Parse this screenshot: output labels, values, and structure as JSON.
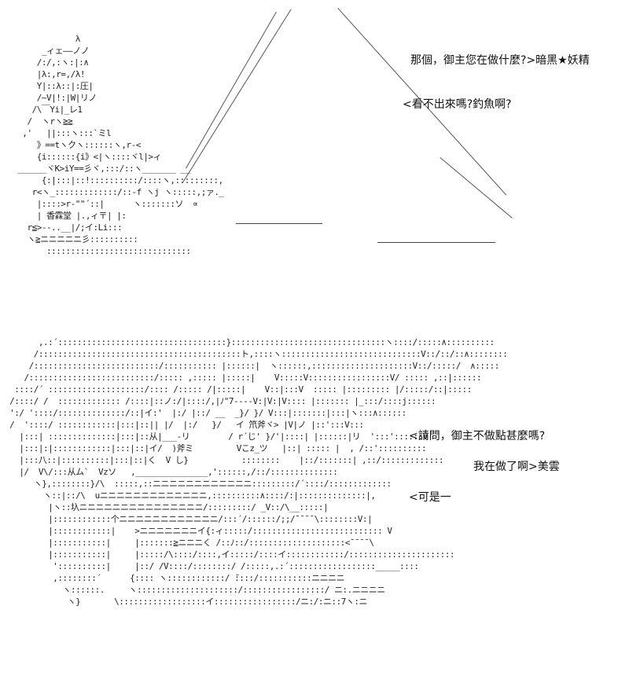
{
  "dialog": {
    "line1": "那個，御主您在做什麼?>暗黑★妖精",
    "line2": "<看不出來嗎?釣魚啊?",
    "line3": "<請問，御主不做點甚麼嗎?",
    "line4": "我在做了啊>美雲",
    "line5": "<可是一"
  },
  "art": {
    "top_figure": "              λ\n       _ィェ――ノノ\n      /:/,:ヽ:|:∧\n      |λ:,r=,/λ!\n      Y|::λ::|:圧|\n      /~V|!:|W|リノ\n     /\\￣Yi|_レ1\n    /  ヽrヽ≧≧\n   ,'   ||:::ヽ:::`ミl\n      》==tヽクヽ::::::ヽ,r-<\n      {i::::::{i》<|ヽ::::ヾl|>ィ\n  ______ヾK>iY==彡ヾ,:::/::ヽ_______ __\n       {:|:::|::!::::::::::/::::ヽ,:::::::::,\n     r<ヽ_:::::::::::::/::-f ヽj ヽ:::::,;ァ._\n      |::::>r-\"\"´::|      ヽ:::::::ソ  ∝\n      | 香霖堂 |.,ィ〒| |:\n    r≦>--..__|/;イ:Li:::\n    ヽ≧ニニニニニ彡::::::::::\n        ::::::::::::::::::::::::::::::",
    "bottom_figure": "       ,.:´:::::::::::::::::::::::::::::::::::}::::::::::::::::::::::::::::::::ヽ::::/:::::∧::::::::::\n      /::::::::::::::::::::::::::::::::::::::::::ト,::::ヽ:::::::::::::::::::::::::::::V::/::/::∧::::::::\n     /::::::::::::::::::::::::::/::::::::::: |::::::|  ヽ::::::,:::::::::::::::::::::V::/:::::/  ∧:::::\n    /::::::::::::::::::::::::::/::::: ,::::: |:::::|    V:::::V:::::::::::::::::V/ ::::: ,::|::::::\n  ::::/´ ::::::::::::::::::::/:::: /::::: /|:::::|    V::|:::V  ::::: |::::::::: |/:::::/::|:::::\n /::::/ /  ::::::::::::: /::::|::ノ:/|::::/,|ﾉ\"7----V:|V:|V:::: |::::::: |_:::/::::j::::::\n ':/ '::::/::::::::::::::/::|イ:'  |:/ |::/ __  _}/ }/ V:::|:::::::|:::|ヽ:::∧::::::\n /  '::::/ ::::::::::::|:::|::|| |/  |:/   }/   イ 笊斧ヾ> |V|ノ |::':::V:::\n   |:::| ::::::::::::::|:::|::从|___-リ        / r´じ' }/'|::::| |::::::|リ  ':::'::::::V\n   |:::|:|::::::::::::|:::|::|イ/  )斧ミ         Vこz_ツ   |::| ::::: |  , /::'::::::::::\n   |:::八::|::::::::::|:::|::|く  V し}           ::::::::    |::/:::::::| ,::/:::::::::::::\n   |/  V\\/:::从ム`  Vzソ   ,_______________,'::::::,/::/::::::::::::::\n      ヽ},::::::::}/\\  :::::,::ニニニニニニニニニニニニ:::::::::/´::::/:::::::::::::\n        ヽ::|::/\\  uニニニニニニニニニニニニニ,::::::::::∧::::/:|::::::::::::::|,\n         |ヽ::圦ニニニニニニニニニニニニニニニ/:::::::::/ _V::/\\__:::::|\n         |::::::::::::个ニニニニニニニニニニニニ/:::´/::::::/;;/¯¯¯¯\\::::::::V:|\n         |::::::::::::|    >ニニニニニニニイ{:ィ:::::/::::::::::::::::::::::::::: V\n         |:::::::::::|     |:::::::≧ニニニく /::ﾉ::/::::::::::::::::::::<¯¯¯¯\\\n         |:::::::::::|     |:::::/\\::::/::::,イ:::::/::::イ::::::::::::/::::::::::::::::::::::\n          '::::::::::|     |::/ /V::::/::::::::/ /:::::,.:´::::::::::::::::::_____::::\n          ,::::::::´      {:::: ヽ::::::::::::/ ̄::::/:::::::::::ニニニニ\n            ヽ::::::.     ヽ:::::::::::::::::::::/:::::::::::::::::/ ニ:.ニニニニ\n             ヽ}       \\::::::::::::::::::イ:::::::::::::::::/ニ:/:ニ::7ヽ:ニ"
  }
}
